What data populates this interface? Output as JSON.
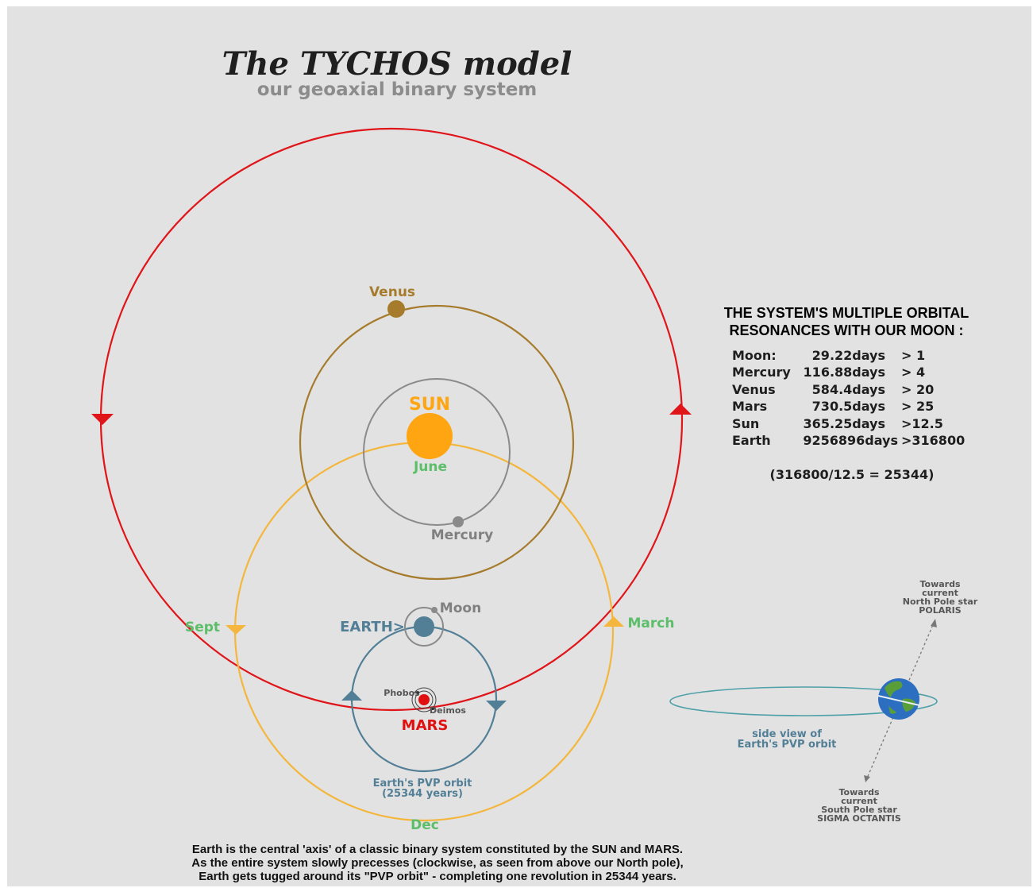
{
  "title": "The TYCHOS model",
  "subtitle": "our geoaxial binary system",
  "labels": {
    "venus": "Venus",
    "sun": "SUN",
    "june": "June",
    "mercury": "Mercury",
    "moon": "Moon",
    "earth": "EARTH>",
    "sept": "Sept",
    "march": "March",
    "dec": "Dec",
    "mars": "MARS",
    "phobos": "Phobos",
    "deimos": "Deimos",
    "pvp_orbit_line1": "Earth's PVP orbit",
    "pvp_orbit_line2": "(25344 years)"
  },
  "resonances": {
    "heading_line1": "THE SYSTEM'S MULTIPLE ORBITAL",
    "heading_line2": "RESONANCES WITH OUR MOON :",
    "rows": [
      {
        "body": "Moon:",
        "period": "29.22days",
        "ratio": "> 1"
      },
      {
        "body": "Mercury",
        "period": "116.88days",
        "ratio": "> 4"
      },
      {
        "body": "Venus",
        "period": "584.4days",
        "ratio": "> 20"
      },
      {
        "body": "Mars",
        "period": "730.5days",
        "ratio": "> 25"
      },
      {
        "body": "Sun",
        "period": "365.25days",
        "ratio": ">12.5"
      },
      {
        "body": "Earth",
        "period": "9256896days",
        "ratio": ">316800"
      }
    ],
    "formula": "(316800/12.5 = 25344)"
  },
  "side_view": {
    "pole_north": [
      "Towards",
      "current",
      "North Pole star",
      "POLARIS"
    ],
    "pole_south": [
      "Towards",
      "current",
      "South Pole star",
      "SIGMA OCTANTIS"
    ],
    "caption_line1": "side view of",
    "caption_line2": "Earth's PVP orbit"
  },
  "caption": {
    "line1": "Earth is the central 'axis' of a classic binary system constituted by the SUN and MARS.",
    "line2": "As the entire system slowly precesses (clockwise, as seen from above our North pole),",
    "line3": "Earth gets tugged around its \"PVP orbit\" - completing one revolution in 25344 years."
  },
  "colors": {
    "mars_orbit": "#e0151a",
    "sun_orbit": "#f4b63c",
    "venus_orbit": "#a67c2c",
    "mercury_orbit": "#8a8a8a",
    "pvp_orbit": "#527f96",
    "sun": "#ffa512",
    "month_label": "#5dbe6a",
    "mars": "#e01010"
  }
}
